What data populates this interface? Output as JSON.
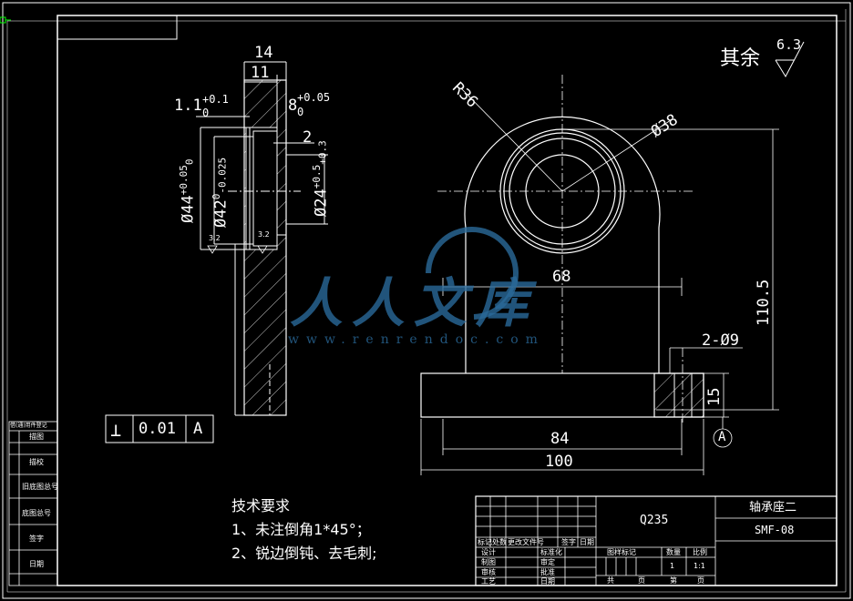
{
  "surface_finish": {
    "label": "其余",
    "value": "6.3"
  },
  "side_view": {
    "dim_width_total": "14",
    "dim_width_inner": "11",
    "dim_groove_width": "1.1",
    "dim_groove_width_tol": "+0.1",
    "dim_groove_width_lower": "0",
    "dim_depth": "8",
    "dim_depth_tol": "+0.05",
    "dim_depth_lower": "0",
    "dim_step": "2",
    "dim_d44": "Ø44",
    "dim_d44_tol_upper": "+0.05",
    "dim_d44_tol_lower": "0",
    "dim_d42": "Ø42",
    "dim_d42_tol_upper": "0",
    "dim_d42_tol_lower": "-0.025",
    "dim_d24": "Ø24",
    "dim_d24_tol_upper": "+0.5",
    "dim_d24_tol_lower": "+0.3",
    "roughness_left": "3.2",
    "roughness_right": "3.2"
  },
  "tolerance_frame": {
    "symbol": "⊥",
    "value": "0.01",
    "datum": "A"
  },
  "front_view": {
    "dim_radius": "R36",
    "dim_bore": "Ø38",
    "dim_68": "68",
    "dim_height": "110.5",
    "dim_holes": "2-Ø9",
    "dim_thickness": "15",
    "dim_84": "84",
    "dim_100": "100",
    "datum_label": "A"
  },
  "watermark": {
    "text": "人人文库",
    "url": "www.renrendoc.com"
  },
  "tech_requirements": {
    "title": "技术要求",
    "line1": "1、未注倒角1*45°；",
    "line2": "2、锐边倒钝、去毛刺;"
  },
  "title_block": {
    "material": "Q235",
    "part_name": "轴承座二",
    "drawing_no": "SMF-08",
    "row_labels_1": [
      "标记",
      "处数",
      "更改文件号",
      "签字",
      "日期"
    ],
    "row_labels_2": [
      "设计",
      "标准化"
    ],
    "row_labels_3": [
      "制图",
      "审定"
    ],
    "row_labels_4": [
      "审核",
      "批准"
    ],
    "row_labels_5": [
      "工艺",
      "日期"
    ],
    "stage_header": [
      "图样标记",
      "数量",
      "比例"
    ],
    "quantity": "1",
    "scale": "1:1",
    "sheet_labels": [
      "共",
      "页",
      "第",
      "页"
    ]
  },
  "left_strip": [
    "借(通)用件登记",
    "描图",
    "描校",
    "旧底图总号",
    "底图总号",
    "签字",
    "日期"
  ]
}
